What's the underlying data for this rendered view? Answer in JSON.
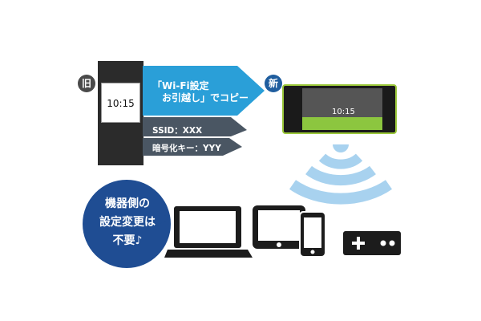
{
  "old_device": {
    "badge": "旧",
    "screen_time": "10:15"
  },
  "transfer": {
    "copy_label_line1": "「Wi-Fi設定",
    "copy_label_line2": "　お引越し」でコピー",
    "ssid_label": "SSID：XXX",
    "key_label": "暗号化キー：YYY"
  },
  "new_device": {
    "badge": "新",
    "screen_time": "10:15"
  },
  "bubble": {
    "line1": "機器側の",
    "line2": "設定変更は",
    "line3": "不要♪"
  },
  "icons": [
    "wifi-signal-icon",
    "laptop-icon",
    "tablet-icon",
    "smartphone-icon",
    "game-controller-icon"
  ],
  "colors": {
    "arrow_blue": "#2a9fd8",
    "bar_dark": "#4a5663",
    "bubble_navy": "#1f4d93",
    "wifi_blue": "#a8d2ef",
    "device_black": "#1c1c1c"
  }
}
